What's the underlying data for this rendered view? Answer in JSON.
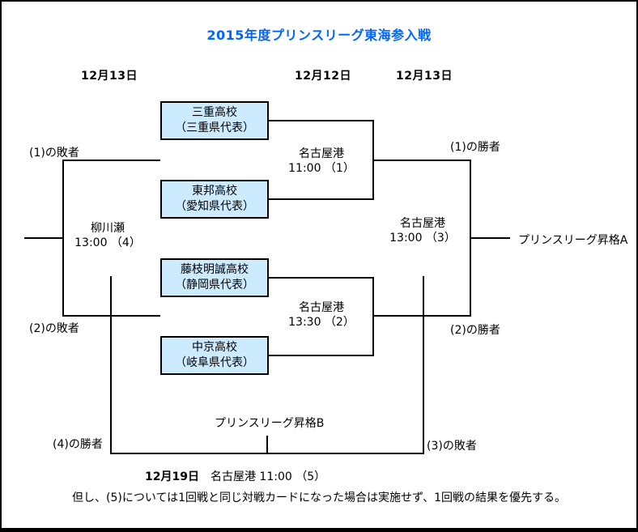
{
  "title": "2015年度プリンスリーグ東海参入戦",
  "colors": {
    "title_blue": "#0066FF",
    "team_box_fill": "#CDEBFF",
    "line_black": "#000000"
  },
  "column_dates": {
    "left": "12月13日",
    "center": "12月12日",
    "right": "12月13日"
  },
  "teams": [
    {
      "name": "三重高校",
      "rep": "（三重県代表）"
    },
    {
      "name": "東邦高校",
      "rep": "（愛知県代表）"
    },
    {
      "name": "藤枝明誠高校",
      "rep": "（静岡県代表）"
    },
    {
      "name": "中京高校",
      "rep": "（岐阜県代表）"
    }
  ],
  "matches": [
    {
      "venue": "名古屋港",
      "time": "11:00 （1）"
    },
    {
      "venue": "名古屋港",
      "time": "13:30 （2）"
    },
    {
      "venue": "名古屋港",
      "time": "13:00 （3）"
    },
    {
      "venue": "柳川瀬",
      "time": "13:00 （4）"
    }
  ],
  "connector_labels": {
    "loser_of_1": "(1)の敗者",
    "loser_of_2": "(2)の敗者",
    "winner_of_1": "(1)の勝者",
    "winner_of_2": "(2)の勝者",
    "winner_of_4": "(4)の勝者",
    "loser_of_3": "(3)の敗者"
  },
  "promotions": {
    "a": "プリンスリーグ昇格A",
    "b": "プリンスリーグ昇格B"
  },
  "final_match": {
    "date": "12月19日",
    "details": "　名古屋港 11:00 （5）"
  },
  "note": "但し、(5)については1回戦と同じ対戦カードになった場合は実施せず、1回戦の結果を優先する。"
}
